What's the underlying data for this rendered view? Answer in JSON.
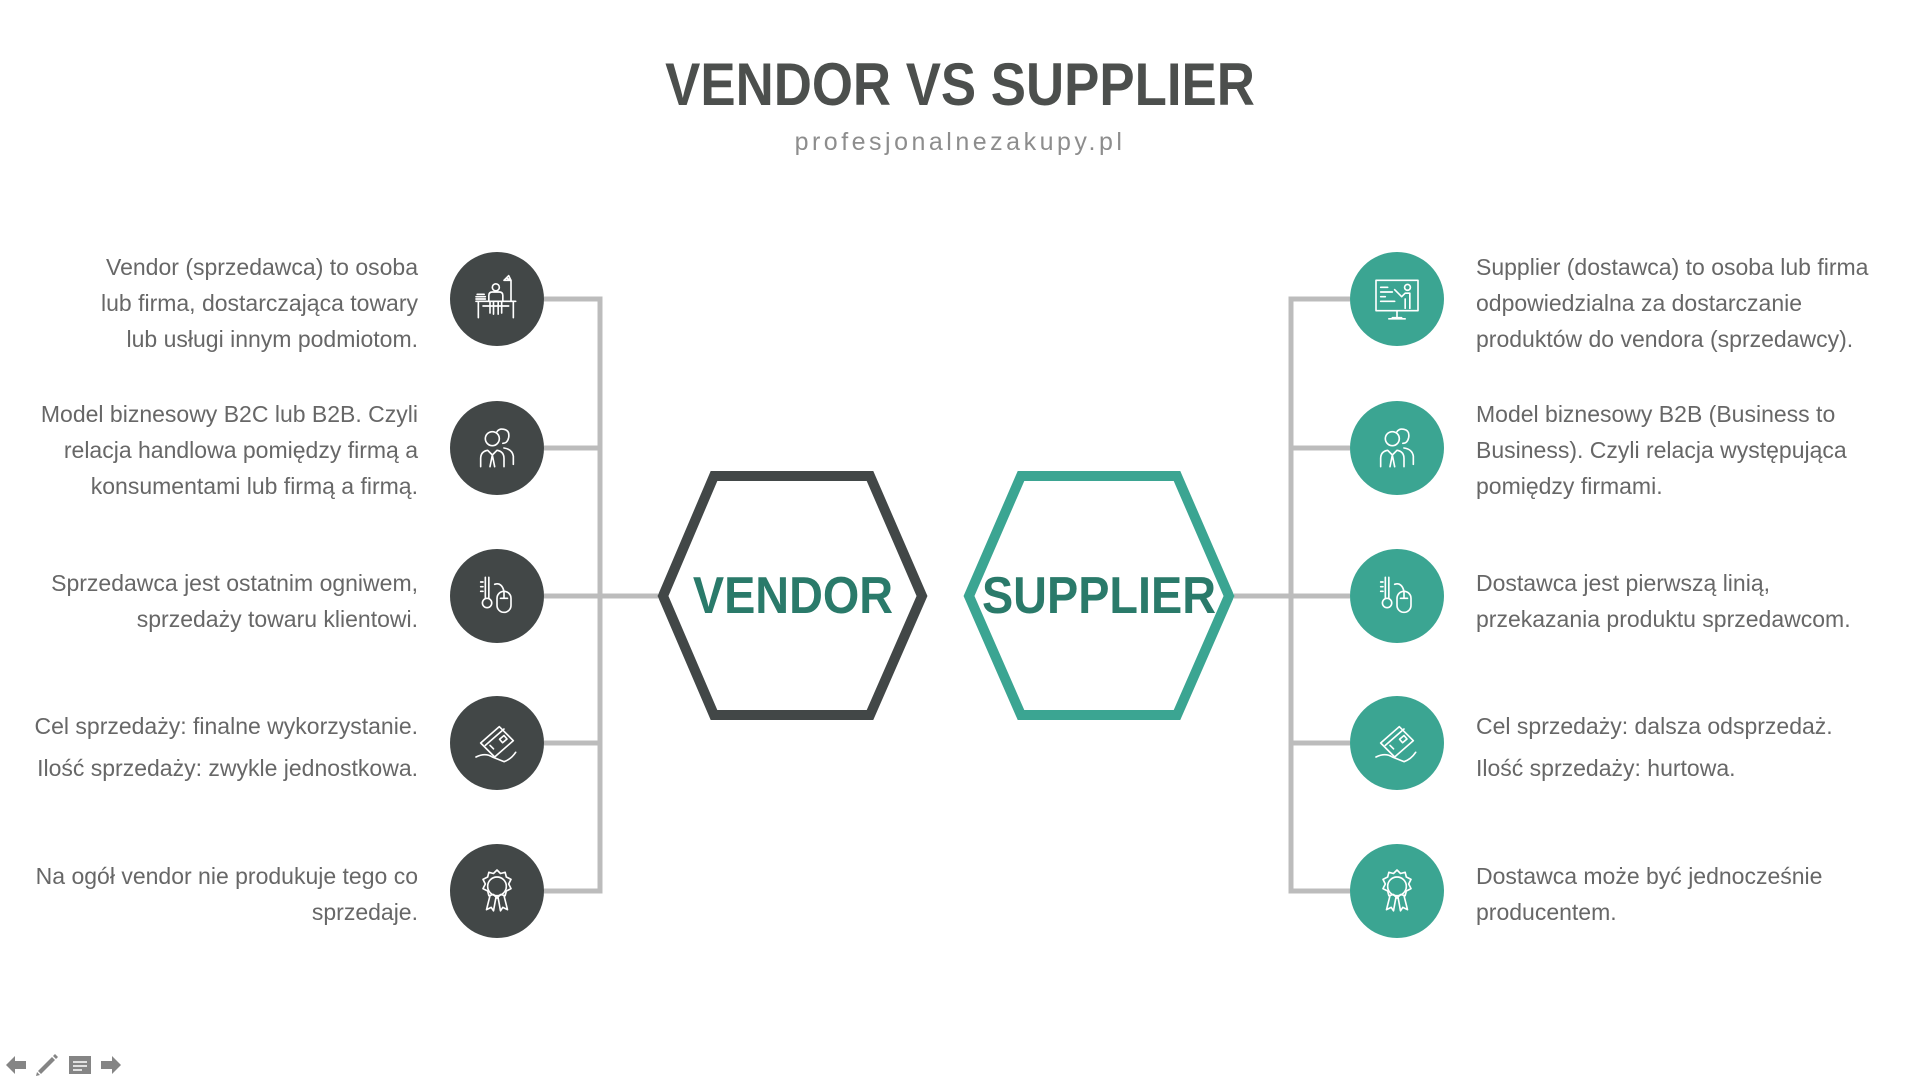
{
  "header": {
    "title": "VENDOR VS SUPPLIER",
    "subtitle": "profesjonalnezakupy.pl"
  },
  "colors": {
    "vendor": "#424747",
    "supplier": "#3ba592",
    "label": "#2a7a6a",
    "connector": "#bcbcbc"
  },
  "vendor": {
    "label": "VENDOR",
    "items": [
      {
        "icon": "desk-worker-icon",
        "lines": [
          "Vendor (sprzedawca) to osoba",
          "lub firma, dostarczająca towary",
          "lub usługi innym podmiotom."
        ]
      },
      {
        "icon": "people-icon",
        "lines": [
          "Model biznesowy B2C lub B2B. Czyli",
          "relacja handlowa pomiędzy firmą a",
          "konsumentami lub firmą a firmą."
        ]
      },
      {
        "icon": "mouse-thermometer-icon",
        "lines": [
          "Sprzedawca jest ostatnim ogniwem,",
          "sprzedaży towaru klientowi."
        ]
      },
      {
        "icon": "card-payment-icon",
        "lines": [
          "Cel sprzedaży: finalne wykorzystanie.",
          "Ilość sprzedaży: zwykle jednostkowa."
        ]
      },
      {
        "icon": "award-badge-icon",
        "lines": [
          "Na ogół vendor nie produkuje tego co",
          "sprzedaje."
        ]
      }
    ]
  },
  "supplier": {
    "label": "SUPPLIER",
    "items": [
      {
        "icon": "presentation-screen-icon",
        "lines": [
          "Supplier (dostawca) to osoba lub firma",
          "odpowiedzialna za dostarczanie",
          "produktów do vendora (sprzedawcy)."
        ]
      },
      {
        "icon": "people-icon",
        "lines": [
          "Model biznesowy B2B (Business to",
          "Business). Czyli relacja występująca",
          "pomiędzy firmami."
        ]
      },
      {
        "icon": "mouse-thermometer-icon",
        "lines": [
          "Dostawca jest pierwszą linią,",
          "przekazania produktu sprzedawcom."
        ]
      },
      {
        "icon": "card-payment-icon",
        "lines": [
          "Cel sprzedaży: dalsza odsprzedaż.",
          "Ilość sprzedaży: hurtowa."
        ]
      },
      {
        "icon": "award-badge-icon",
        "lines": [
          "Dostawca może być jednocześnie",
          "producentem."
        ]
      }
    ]
  },
  "nav": {
    "icons": [
      "arrow-left-icon",
      "pencil-icon",
      "notes-icon",
      "arrow-right-icon"
    ]
  }
}
